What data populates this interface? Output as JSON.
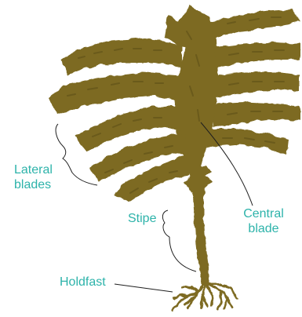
{
  "labels": {
    "lateral_blades": [
      "Lateral",
      "blades"
    ],
    "stipe": "Stipe",
    "central_blade": [
      "Central",
      "blade"
    ],
    "holdfast": "Holdfast"
  },
  "colors": {
    "kelp": "#7d6b22",
    "kelp_texture": "#5e5018",
    "label_text": "#2db3aa",
    "leader_line": "#1f1f1f",
    "background": "#ffffff"
  }
}
